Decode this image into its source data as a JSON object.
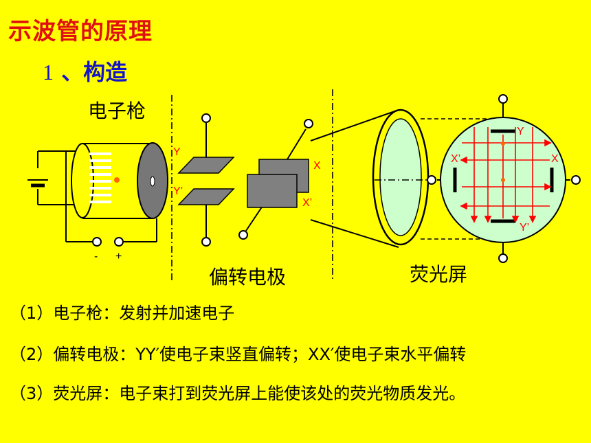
{
  "title": "示波管的原理",
  "subtitle": {
    "num": "1",
    "sep": " 、",
    "text": "构造"
  },
  "labels": {
    "gun": "电子枪",
    "deflect": "偏转电极",
    "screen": "荧光屏",
    "minus": "-",
    "plus": "+",
    "y": "Y",
    "y_prime": "Y’",
    "x": "X",
    "x_prime": "X’"
  },
  "descriptions": [
    "（1）电子枪：发射并加速电子",
    "（2）偏转电极：YY′使电子束竖直偏转；XX′使电子束水平偏转",
    "（3）荧光屏：电子束打到荧光屏上能使该处的荧光物质发光。"
  ],
  "colors": {
    "background": "#FFFF00",
    "title": "#E01010",
    "subtitle": "#1414C8",
    "screen_fill": "#CCFFCC",
    "plate_fill": "#808080",
    "trace": "#FF0000"
  }
}
